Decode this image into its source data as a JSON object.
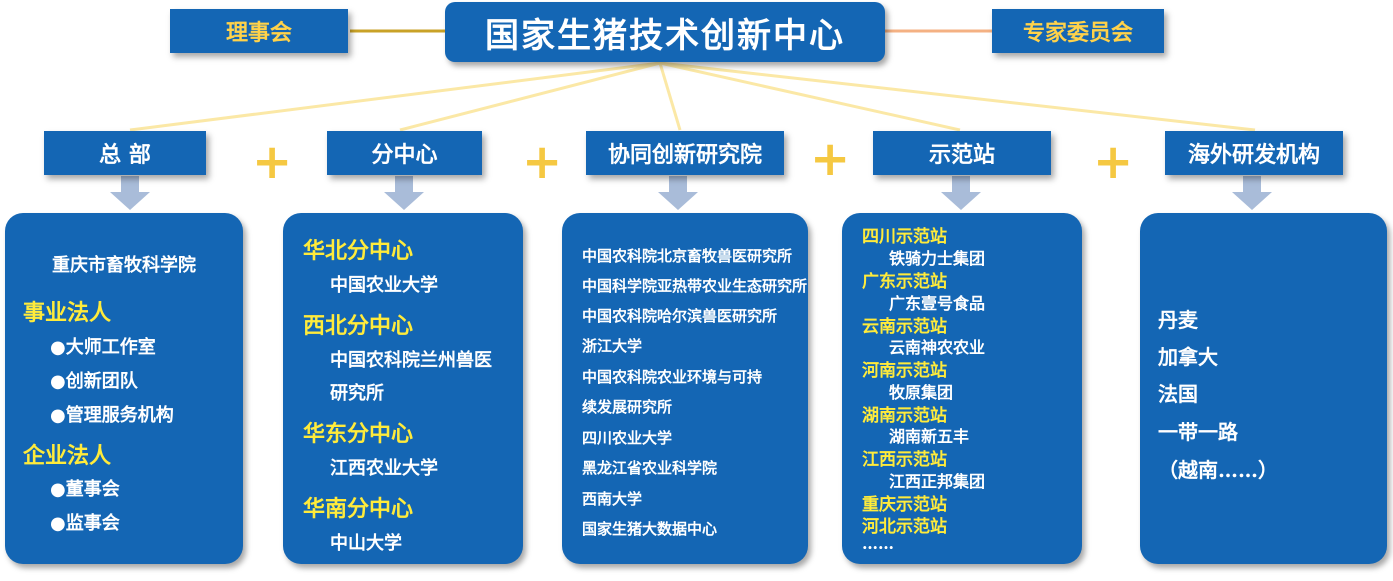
{
  "header": {
    "title": "国家生猪技术创新中心",
    "left_box": "理事会",
    "right_box": "专家委员会"
  },
  "categories": [
    "总  部",
    "分中心",
    "协同创新研究院",
    "示范站",
    "海外研发机构"
  ],
  "plus_symbol": "+",
  "panel_hq": {
    "top": "重庆市畜牧科学院",
    "group1_title": "事业法人",
    "group1_items": [
      "●大师工作室",
      "●创新团队",
      "●管理服务机构"
    ],
    "group2_title": "企业法人",
    "group2_items": [
      "●董事会",
      "●监事会"
    ]
  },
  "panel_sub": {
    "items": [
      {
        "title": "华北分中心",
        "lines": [
          "中国农业大学"
        ]
      },
      {
        "title": "西北分中心",
        "lines": [
          "中国农科院兰州兽医",
          "研究所"
        ]
      },
      {
        "title": "华东分中心",
        "lines": [
          "江西农业大学"
        ]
      },
      {
        "title": "华南分中心",
        "lines": [
          "中山大学"
        ]
      }
    ]
  },
  "panel_inst": {
    "items": [
      "中国农科院北京畜牧兽医研究所",
      "中国科学院亚热带农业生态研究所",
      "中国农科院哈尔滨兽医研究所",
      "浙江大学",
      "中国农科院农业环境与可持",
      "续发展研究所",
      "四川农业大学",
      "黑龙江省农业科学院",
      "西南大学",
      "国家生猪大数据中心"
    ]
  },
  "panel_demo": {
    "items": [
      {
        "title": "四川示范站",
        "sub": "铁骑力士集团"
      },
      {
        "title": "广东示范站",
        "sub": "广东壹号食品"
      },
      {
        "title": "云南示范站",
        "sub": "云南神农农业"
      },
      {
        "title": "河南示范站",
        "sub": "牧原集团"
      },
      {
        "title": "湖南示范站",
        "sub": "湖南新五丰"
      },
      {
        "title": "江西示范站",
        "sub": "江西正邦集团"
      },
      {
        "title": "重庆示范站",
        "sub": ""
      },
      {
        "title": "河北示范站",
        "sub": ""
      }
    ],
    "ellipsis": "……"
  },
  "panel_overseas": {
    "items": [
      "丹麦",
      "加拿大",
      "法国",
      "一带一路",
      "（越南……）"
    ]
  },
  "colors": {
    "box_blue": "#1466b4",
    "highlight_yellow": "#ffeb3b",
    "plus_gold": "#f5c842",
    "arrow_gray_blue": "#a9bcd9",
    "connector_left": "#c9a227",
    "connector_right": "#f4b183",
    "fan_lines": "#fbe8a6"
  }
}
